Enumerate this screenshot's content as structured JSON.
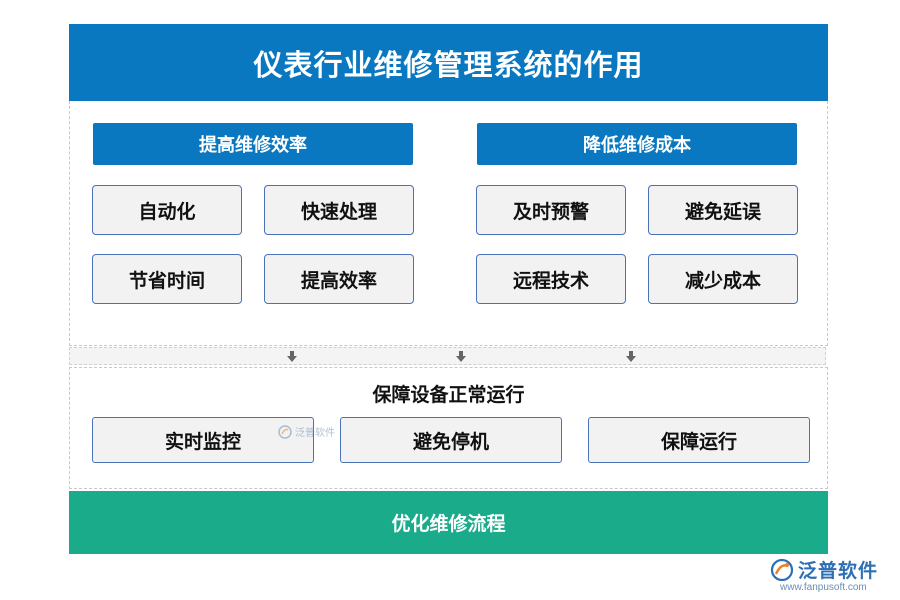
{
  "title": "仪表行业维修管理系统的作用",
  "left_section": {
    "title": "提高维修效率",
    "items": [
      "自动化",
      "快速处理",
      "节省时间",
      "提高效率"
    ]
  },
  "right_section": {
    "title": "降低维修成本",
    "items": [
      "及时预警",
      "避免延误",
      "远程技术",
      "减少成本"
    ]
  },
  "middle_section": {
    "title": "保障设备正常运行",
    "items": [
      "实时监控",
      "避免停机",
      "保障运行"
    ]
  },
  "footer": {
    "label": "优化维修流程"
  },
  "watermark": {
    "small_text": "泛普软件"
  },
  "logo": {
    "name": "泛普软件",
    "url": "www.fanpusoft.com"
  },
  "colors": {
    "primary_blue": "#0a78c0",
    "footer_green": "#1aab8b",
    "box_border": "#4a72b8"
  }
}
